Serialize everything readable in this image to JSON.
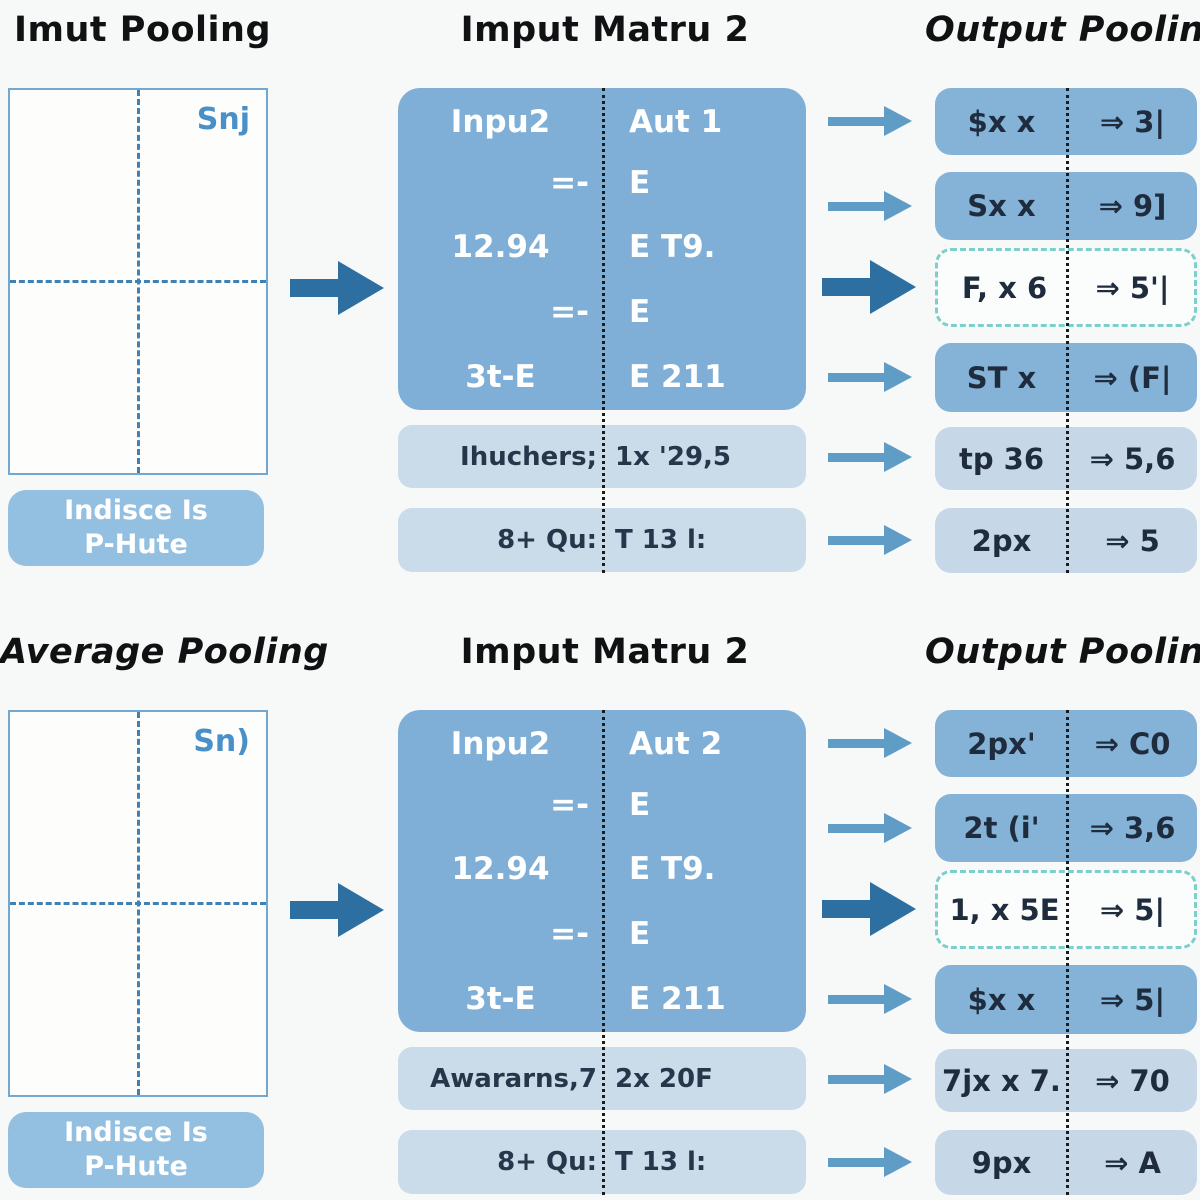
{
  "colors": {
    "matrix_blue": "#7fafd6",
    "output_row_blue": "#85b2d7",
    "output_row_light": "#c6d8e7",
    "caption_blue": "#93bfe0",
    "arrow_thin": "#5f9cc6",
    "arrow_bold": "#2e6fa2",
    "dashed_highlight_teal": "#7dcfca",
    "grid_border": "#74a7cf",
    "grid_dash_blue": "#3f81b5",
    "dark_text": "#1f2c3e",
    "grid_label_blue": "#4a90c8"
  },
  "top": {
    "title_left": "Imut Pooling",
    "title_middle": "Imput Matru 2",
    "title_right": "Output Pooling",
    "grid_label": "Snj",
    "caption1": "Indisce Is",
    "caption2": "P-Hute",
    "matrix_rows": [
      {
        "l": "Inpu2",
        "r": "Aut 1"
      },
      {
        "l": "=-",
        "r": "E"
      },
      {
        "l": "12.94",
        "r": "E T9."
      },
      {
        "l": "=-",
        "r": "E"
      },
      {
        "l": "3t-E",
        "r": "E 211"
      }
    ],
    "note_rows": [
      {
        "l": "Ihuchers;",
        "r": "1x '29,5"
      },
      {
        "l": "8+ Qu:",
        "r": "T 13 l:"
      }
    ],
    "output_rows": [
      {
        "l": "$x x",
        "r": "⇒ 3|"
      },
      {
        "l": "Sx x",
        "r": "⇒ 9]"
      },
      {
        "l": "F, x 6",
        "r": "⇒ 5'|"
      },
      {
        "l": "ST x",
        "r": "⇒ (F|"
      },
      {
        "l": "tp 36",
        "r": "⇒ 5,6"
      },
      {
        "l": "2px",
        "r": "⇒ 5"
      }
    ]
  },
  "bottom": {
    "title_left": "Average Pooling",
    "title_middle": "Imput Matru 2",
    "title_right": "Output Pooling",
    "grid_label": "Sn)",
    "caption1": "Indisce Is",
    "caption2": "P-Hute",
    "matrix_rows": [
      {
        "l": "Inpu2",
        "r": "Aut 2"
      },
      {
        "l": "=-",
        "r": "E"
      },
      {
        "l": "12.94",
        "r": "E T9."
      },
      {
        "l": "=-",
        "r": "E"
      },
      {
        "l": "3t-E",
        "r": "E 211"
      }
    ],
    "note_rows": [
      {
        "l": "Awararns,7",
        "r": "2x 20F"
      },
      {
        "l": "8+ Qu:",
        "r": "T 13 l:"
      }
    ],
    "output_rows": [
      {
        "l": "2px'",
        "r": "⇒ C0"
      },
      {
        "l": "2t (i'",
        "r": "⇒ 3,6"
      },
      {
        "l": "1, x 5E",
        "r": "⇒ 5|"
      },
      {
        "l": "$x x",
        "r": "⇒ 5|"
      },
      {
        "l": "7jx x 7.",
        "r": "⇒ 70"
      },
      {
        "l": "9px",
        "r": "⇒ A"
      }
    ]
  }
}
